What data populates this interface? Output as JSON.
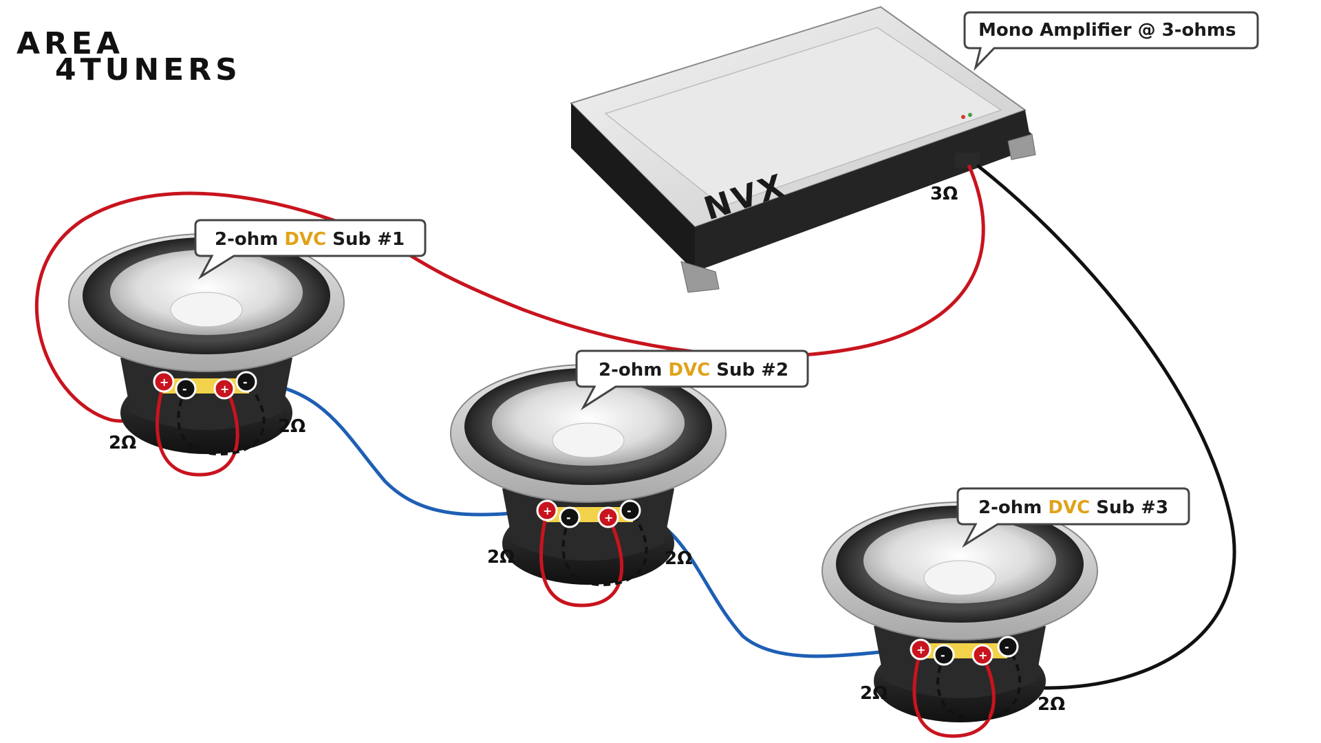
{
  "logo": {
    "line1": "AREA",
    "line2": "4TUNERS"
  },
  "amplifier": {
    "brand": "NVX",
    "callout": "Mono Amplifier @ 3-ohms",
    "impedance": "3Ω"
  },
  "subs": [
    {
      "prefix": "2-ohm ",
      "dvc": "DVC",
      "suffix": " Sub #1",
      "left_coil": "2Ω",
      "right_coil": "2Ω"
    },
    {
      "prefix": "2-ohm ",
      "dvc": "DVC",
      "suffix": " Sub #2",
      "left_coil": "2Ω",
      "right_coil": "2Ω"
    },
    {
      "prefix": "2-ohm ",
      "dvc": "DVC",
      "suffix": " Sub #3",
      "left_coil": "2Ω",
      "right_coil": "2Ω"
    }
  ],
  "terminals": {
    "plus": "+",
    "minus": "-"
  },
  "colors": {
    "positive_wire": "#c8141e",
    "negative_wire": "#111111",
    "series_wire": "#1e5fb4",
    "jumper": "#111111",
    "dvc_highlight": "#e0a21a"
  }
}
